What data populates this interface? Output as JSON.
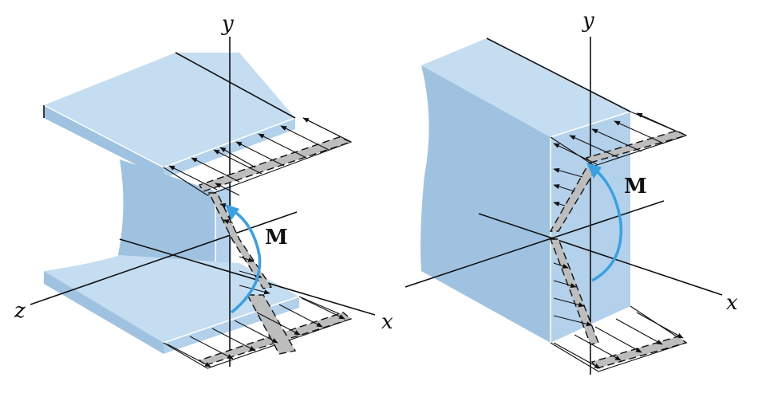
{
  "figures": [
    {
      "id": "i-beam",
      "labels": {
        "y_axis": "y",
        "z_axis": "z",
        "x_axis": "x",
        "moment": "M"
      }
    },
    {
      "id": "rectangular-beam",
      "labels": {
        "y_axis": "y",
        "x_axis": "x",
        "moment": "M"
      }
    }
  ],
  "colors": {
    "beam_light": "#c5ddf0",
    "beam_dark": "#9fc2e0",
    "moment_arrow": "#3aa0e4",
    "stress_band": "#bdbdbd"
  }
}
